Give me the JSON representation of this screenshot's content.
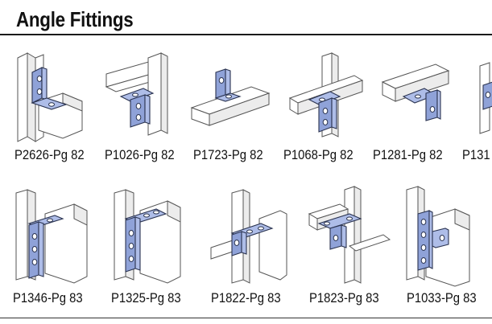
{
  "page": {
    "title": "Angle Fittings"
  },
  "row1": [
    {
      "label": "P2626-Pg 82"
    },
    {
      "label": "P1026-Pg 82"
    },
    {
      "label": "P1723-Pg 82"
    },
    {
      "label": "P1068-Pg 82"
    },
    {
      "label": "P1281-Pg 82"
    },
    {
      "label": "P131"
    }
  ],
  "row2": [
    {
      "label": "P1346-Pg 83"
    },
    {
      "label": "P1325-Pg 83"
    },
    {
      "label": "P1822-Pg 83"
    },
    {
      "label": "P1823-Pg 83"
    },
    {
      "label": "P1033-Pg 83"
    }
  ],
  "colors": {
    "bracket": "#aebde8",
    "bracket_outline": "#2a3350",
    "channel_outline": "#555555"
  }
}
